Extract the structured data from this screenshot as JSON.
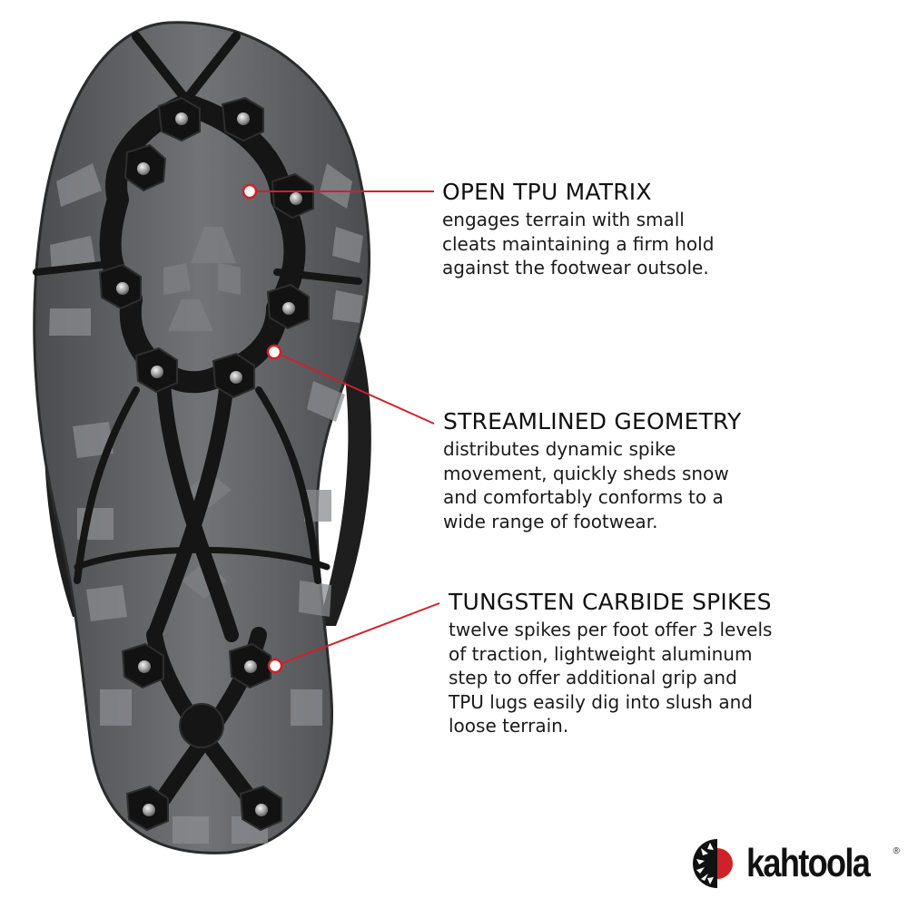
{
  "features": [
    {
      "title": "OPEN TPU MATRIX",
      "description": "engages terrain with small\ncleats maintaining a firm hold\nagainst the footwear outsole."
    },
    {
      "title": "STREAMLINED GEOMETRY",
      "description": "distributes dynamic spike\nmovement, quickly sheds snow\nand comfortably conforms to a\nwide range of footwear."
    },
    {
      "title": "TUNGSTEN CARBIDE SPIKES",
      "description": "twelve spikes per foot offer 3 levels\nof traction, lightweight aluminum\nstep to offer additional grip and\nTPU lugs easily dig into slush and\nloose terrain."
    }
  ],
  "brand": {
    "name": "kahtoola",
    "registered_mark": "®"
  },
  "colors": {
    "accent_red": "#d0202a",
    "sole_gray": "#6b6d70",
    "sole_dark": "#3c3e41",
    "harness_black": "#151515"
  }
}
